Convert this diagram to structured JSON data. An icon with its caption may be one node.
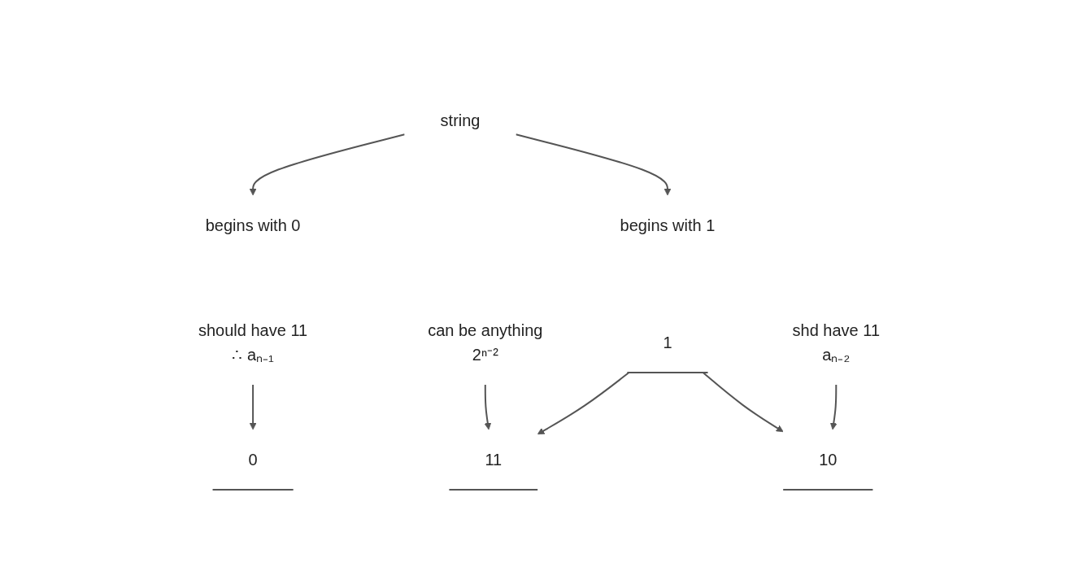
{
  "diagram": {
    "nodes": [
      {
        "text": [
          "string"
        ]
      },
      {
        "text": [
          "begins with 0"
        ]
      },
      {
        "text": [
          "begins with 1"
        ]
      },
      {
        "text": [
          "0"
        ]
      },
      {
        "text": [
          "should have 11",
          "∴ aₙ₋₁"
        ]
      },
      {
        "text": [
          "1"
        ]
      },
      {
        "text": [
          "11"
        ]
      },
      {
        "text": [
          "10"
        ]
      },
      {
        "text": [
          "can be anything",
          "2ⁿ⁻²"
        ]
      },
      {
        "text": [
          "shd have 11",
          "aₙ₋₂"
        ]
      }
    ],
    "edges": [
      {
        "from": 0,
        "to": 1,
        "arrow": "to"
      },
      {
        "from": 0,
        "to": 2,
        "arrow": "to"
      },
      {
        "from": 4,
        "to": 3,
        "arrow": "to"
      },
      {
        "from": 5,
        "to": 6,
        "arrow": "to"
      },
      {
        "from": 5,
        "to": 7,
        "arrow": "to"
      },
      {
        "from": 8,
        "to": 6,
        "arrow": "to"
      },
      {
        "from": 9,
        "to": 7,
        "arrow": "to"
      }
    ]
  }
}
